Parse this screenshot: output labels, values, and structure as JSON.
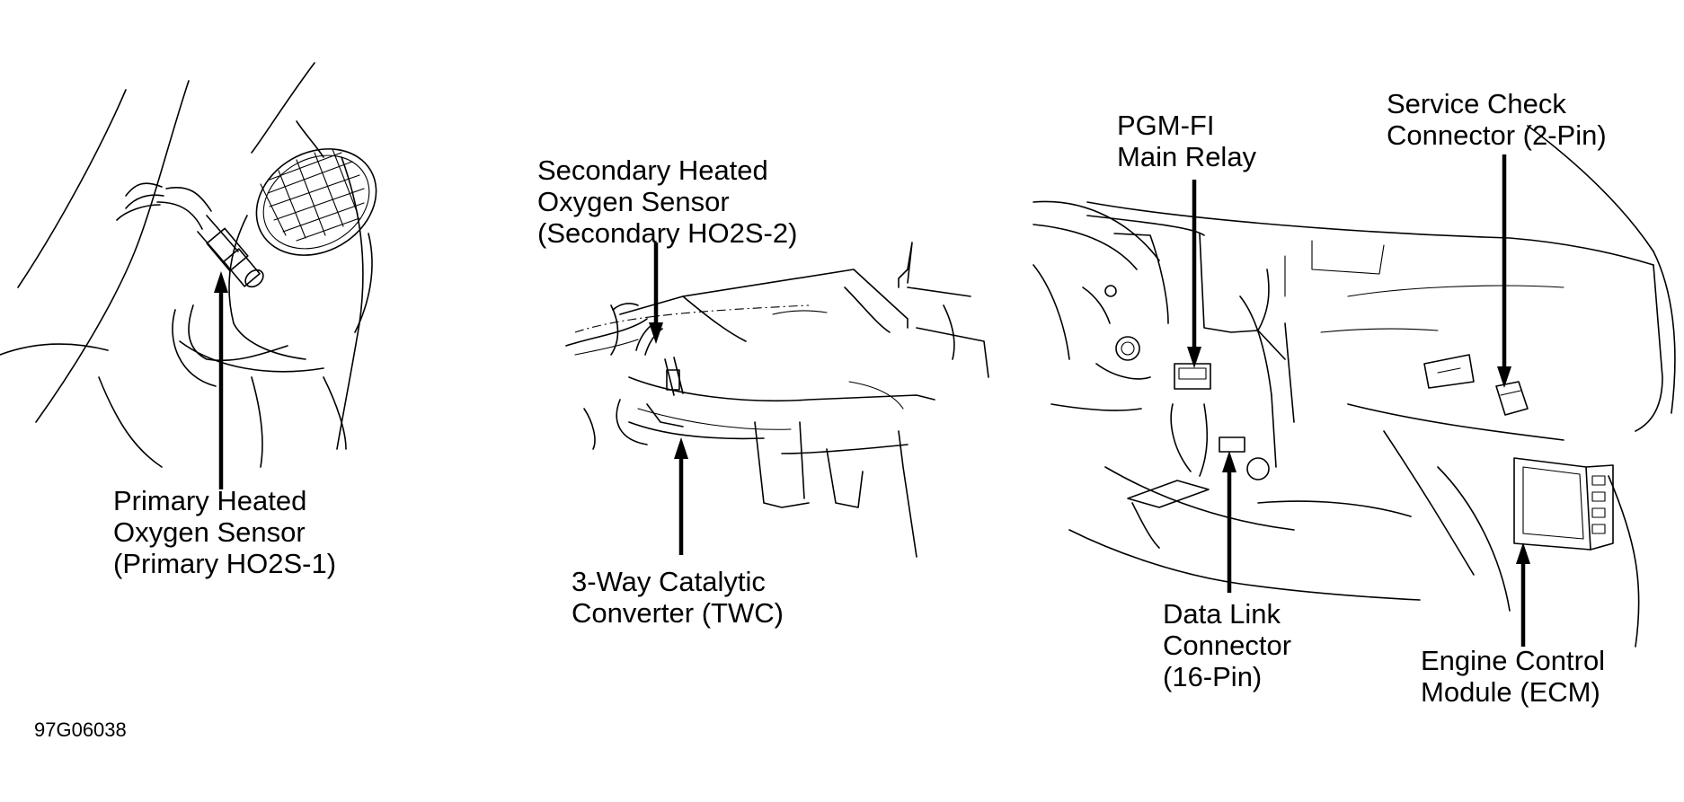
{
  "figure_id": "97G06038",
  "callouts": {
    "primary_ho2s": [
      "Primary Heated",
      "Oxygen Sensor",
      "(Primary HO2S-1)"
    ],
    "secondary_ho2s": [
      "Secondary Heated",
      "Oxygen Sensor",
      "(Secondary HO2S-2)"
    ],
    "twc": [
      "3-Way Catalytic",
      "Converter (TWC)"
    ],
    "main_relay": [
      "PGM-FI",
      "Main Relay"
    ],
    "dlc": [
      "Data Link",
      "Connector",
      "(16-Pin)"
    ],
    "service_check": [
      "Service Check",
      "Connector (2-Pin)"
    ],
    "ecm": [
      "Engine Control",
      "Module (ECM)"
    ]
  }
}
